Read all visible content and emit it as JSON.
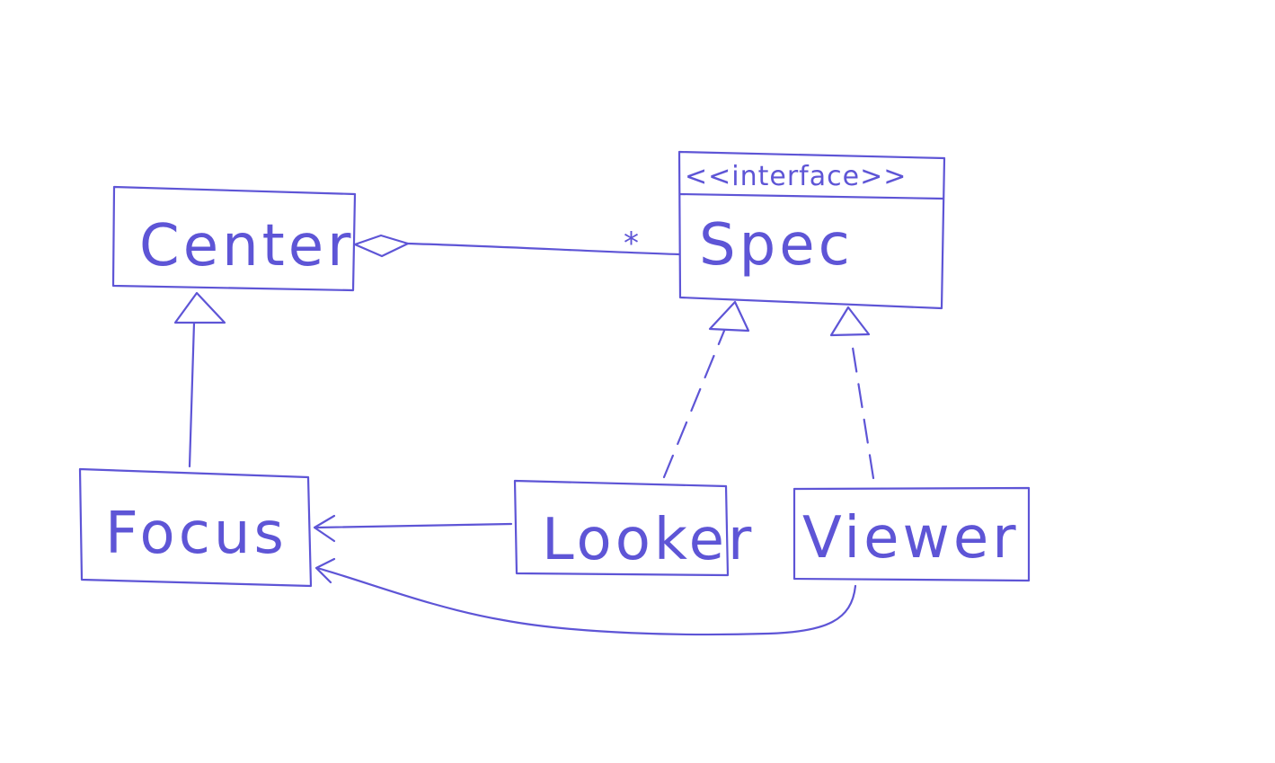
{
  "colors": {
    "ink": "#5e55d6",
    "paper": "#ffffff"
  },
  "classes": {
    "center": {
      "name": "Center"
    },
    "spec": {
      "name": "Spec",
      "stereotype": "<<interface>>"
    },
    "focus": {
      "name": "Focus"
    },
    "looker": {
      "name": "Looker"
    },
    "viewer": {
      "name": "Viewer"
    }
  },
  "relations": {
    "aggregation": {
      "from": "Center",
      "to": "Spec",
      "multiplicity": "*",
      "type": "aggregation"
    },
    "inheritance": {
      "from": "Focus",
      "to": "Center",
      "type": "generalization"
    },
    "realization_looker": {
      "from": "Looker",
      "to": "Spec",
      "type": "realization"
    },
    "realization_viewer": {
      "from": "Viewer",
      "to": "Spec",
      "type": "realization"
    },
    "assoc_looker": {
      "from": "Looker",
      "to": "Focus",
      "type": "association"
    },
    "assoc_viewer": {
      "from": "Viewer",
      "to": "Focus",
      "type": "association"
    }
  }
}
